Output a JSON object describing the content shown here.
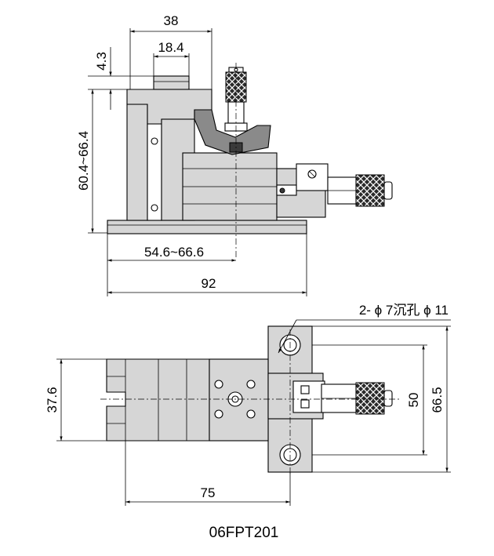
{
  "front_view": {
    "dims": {
      "width_top": "38",
      "width_inner": "18.4",
      "height_small": "4.3",
      "height_range": "60.4~66.4",
      "center_range": "54.6~66.6",
      "overall_width": "92"
    }
  },
  "top_view": {
    "dims": {
      "hole_note": "2- ϕ 7沉孔 ϕ 11",
      "width": "37.6",
      "hole_pitch": "50",
      "base_length": "66.5",
      "length": "75"
    }
  },
  "model_name": "06FPT201"
}
